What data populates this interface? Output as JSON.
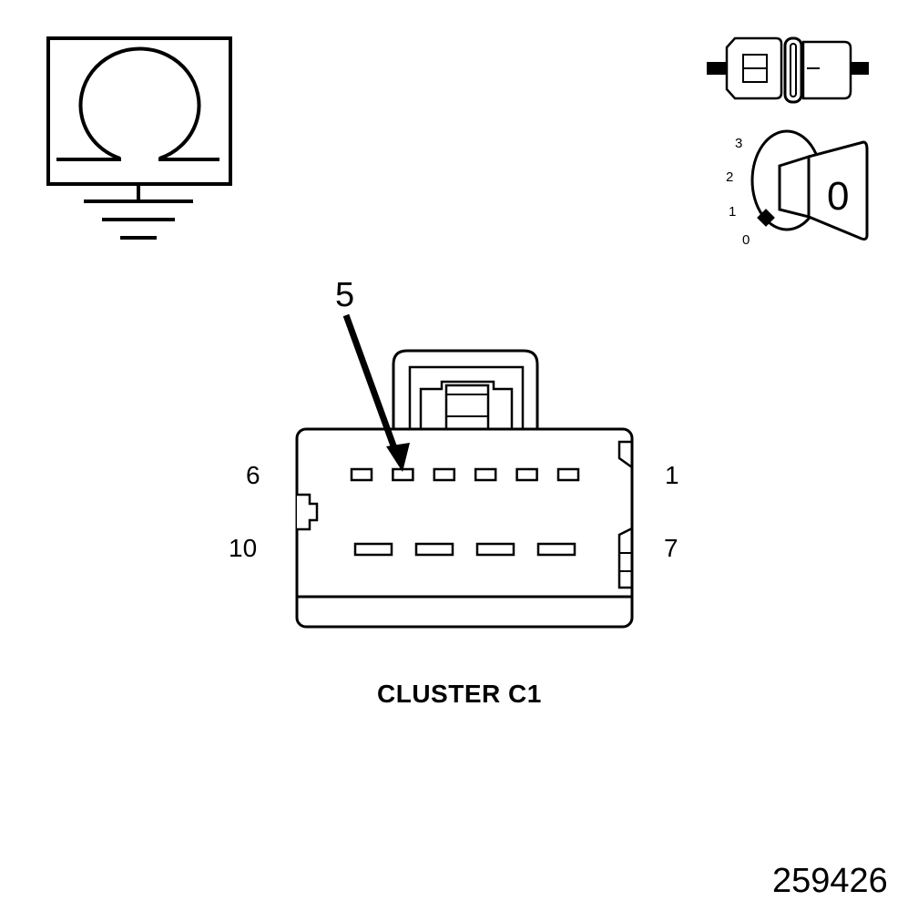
{
  "connector": {
    "caption": "CLUSTER C1",
    "callout_pin": "5",
    "pin_labels": {
      "top_left": "6",
      "top_right": "1",
      "bottom_left": "10",
      "bottom_right": "7"
    },
    "top_row_pin_count": 6,
    "bottom_row_pin_count": 4
  },
  "ignition": {
    "positions": [
      "3",
      "2",
      "1",
      "0"
    ],
    "key_position": "0"
  },
  "ohmmeter_symbol": "omega-ground-icon",
  "connector_state_icon": "disconnected-connector-icon",
  "figure_number": "259426"
}
